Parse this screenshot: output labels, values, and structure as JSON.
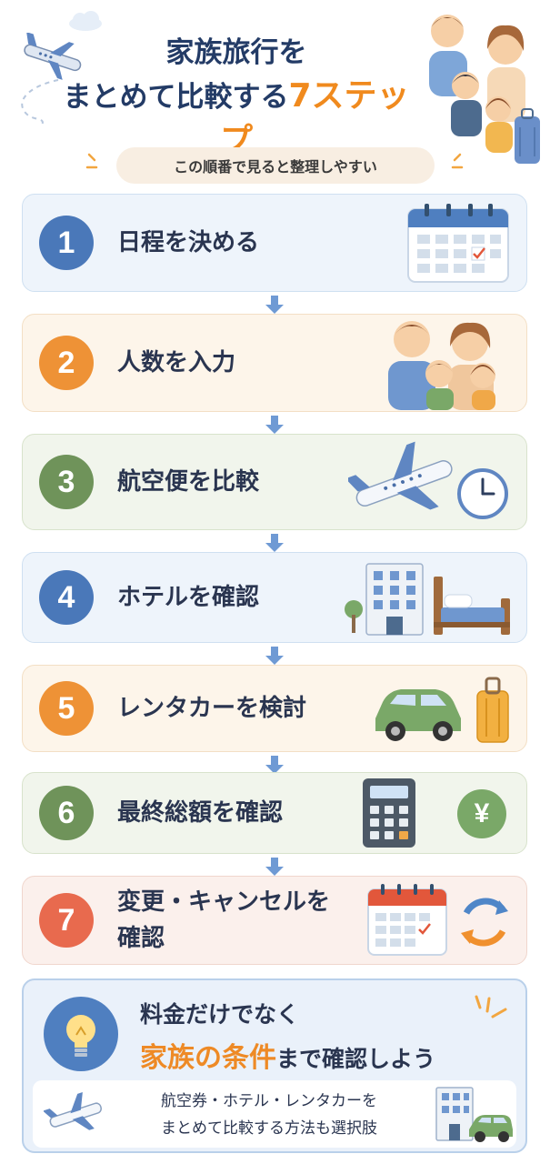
{
  "header": {
    "title_line1": "家族旅行を",
    "title_line2_main": "まとめて比較する",
    "title_line2_accent": "7ステップ",
    "subtitle": "この順番で見ると整理しやすい"
  },
  "steps": [
    {
      "number": "1",
      "label": "日程を決める",
      "theme": "blue",
      "icon": "calendar-icon"
    },
    {
      "number": "2",
      "label": "人数を入力",
      "theme": "orange",
      "icon": "family-icon"
    },
    {
      "number": "3",
      "label": "航空便を比較",
      "theme": "green",
      "icon": "airplane-clock-icon"
    },
    {
      "number": "4",
      "label": "ホテルを確認",
      "theme": "blue",
      "icon": "hotel-bed-icon"
    },
    {
      "number": "5",
      "label": "レンタカーを検討",
      "theme": "orange",
      "icon": "car-suitcase-icon"
    },
    {
      "number": "6",
      "label": "最終総額を確認",
      "theme": "green",
      "icon": "calculator-yen-icon"
    },
    {
      "number": "7",
      "label": "変更・キャンセルを確認",
      "theme": "red",
      "icon": "calendar-refresh-icon"
    }
  ],
  "tip": {
    "line1": "料金だけでなく",
    "line2_highlight": "家族の条件",
    "line2_rest": "まで確認しよう",
    "sub_line1": "航空券・ホテル・レンタカーを",
    "sub_line2": "まとめて比較する方法も選択肢"
  },
  "icons": {
    "yen_symbol": "¥"
  },
  "colors": {
    "navy": "#233b66",
    "accent_orange": "#f08a1e",
    "step_blue": "#4a78b9",
    "step_orange": "#ee9236",
    "step_green": "#6f935a",
    "step_red": "#e86a4e"
  }
}
